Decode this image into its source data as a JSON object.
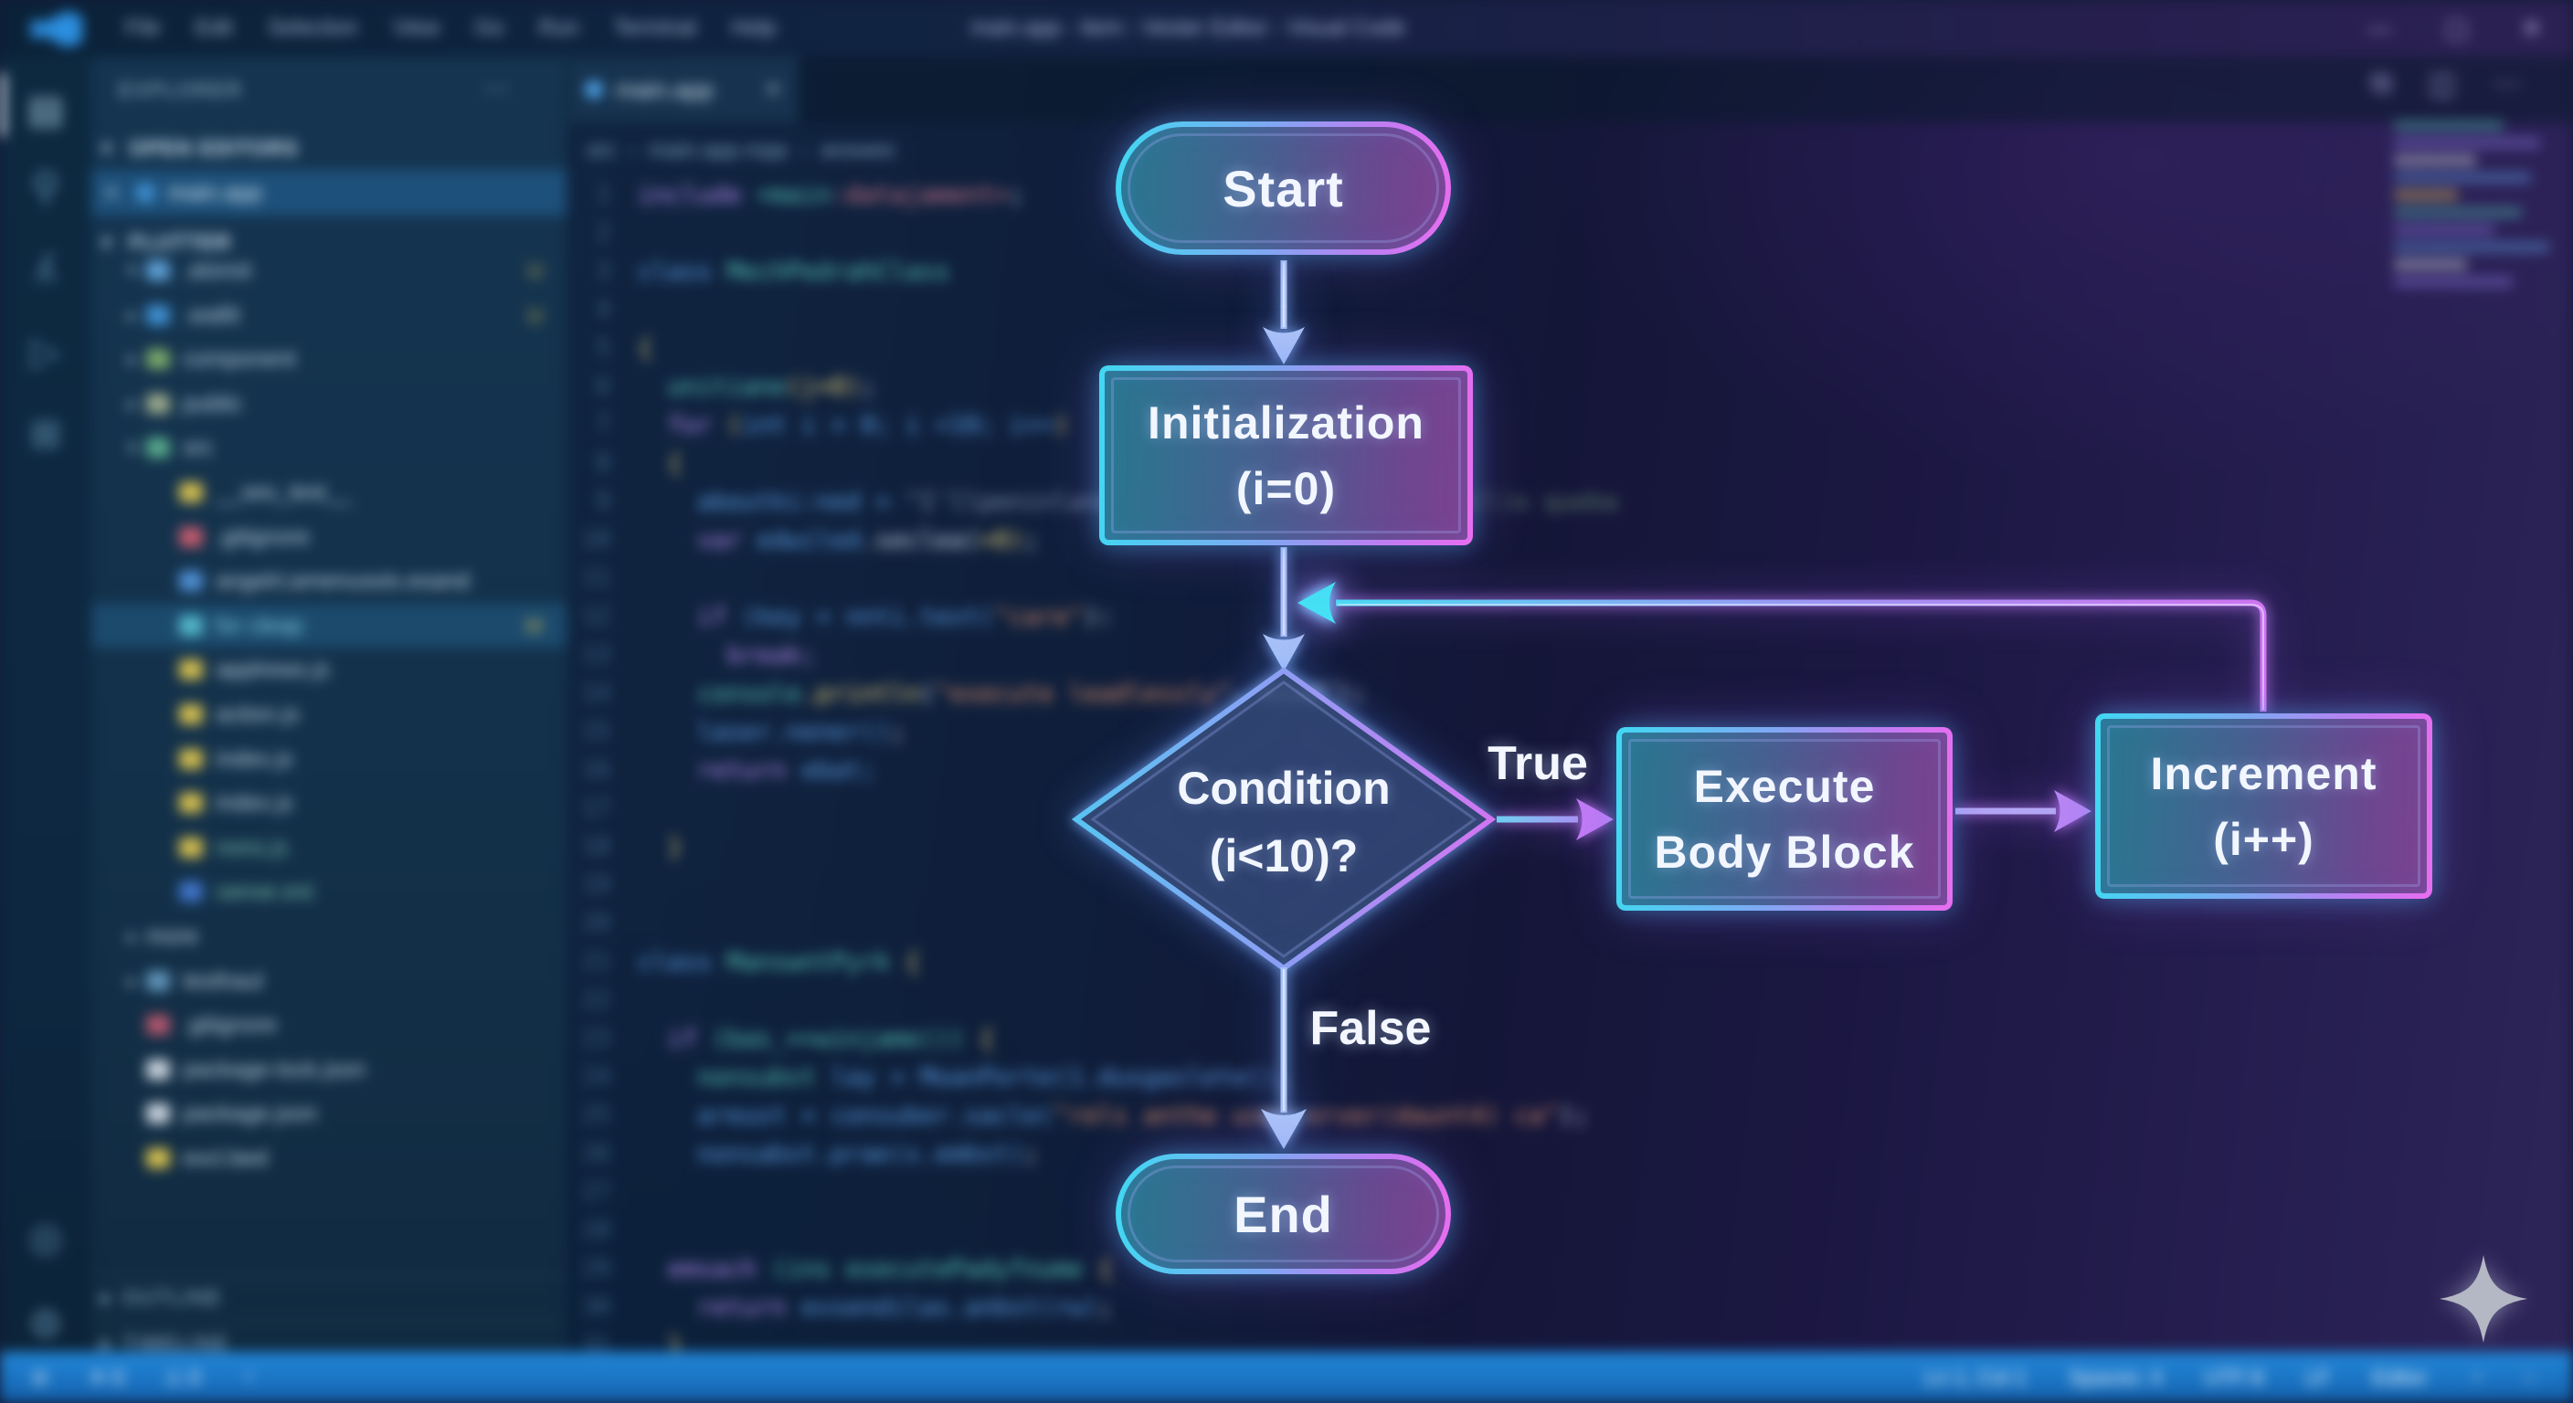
{
  "window": {
    "title": "main.app - Item - Vester Editor - Visual Code",
    "menus": [
      "File",
      "Edit",
      "Selection",
      "View",
      "Go",
      "Run",
      "Terminal",
      "Help"
    ],
    "controls": {
      "minimize": "—",
      "maximize": "▢",
      "close": "✕"
    }
  },
  "activity_bar": {
    "top": [
      {
        "id": "explorer",
        "glyph": "▤",
        "active": true
      },
      {
        "id": "search",
        "glyph": "⚲",
        "active": false
      },
      {
        "id": "source-control",
        "glyph": "ʎ",
        "active": false
      },
      {
        "id": "run-debug",
        "glyph": "▷",
        "active": false
      },
      {
        "id": "extensions",
        "glyph": "⊞",
        "active": false
      }
    ],
    "bottom": [
      {
        "id": "account",
        "glyph": "◎"
      },
      {
        "id": "settings",
        "glyph": "⚙"
      }
    ]
  },
  "sidebar": {
    "title": "EXPLORER",
    "menu_dots": "⋯",
    "open_editors_label": "OPEN EDITORS",
    "open_editors_file": {
      "close_glyph": "✕",
      "label": "main.app"
    },
    "project_label": "FLUTTER",
    "tree": [
      {
        "label": ".atsnot",
        "kind": "folder",
        "color": "#5d9fd4",
        "indent": 1,
        "chev": "▾",
        "badge": "U"
      },
      {
        "label": ".wallit",
        "kind": "folder",
        "color": "#3f8fd0",
        "indent": 1,
        "chev": "▸",
        "badge": "U"
      },
      {
        "label": "component",
        "kind": "folder",
        "color": "#79a86a",
        "indent": 1,
        "chev": "▸"
      },
      {
        "label": "public",
        "kind": "folder",
        "color": "#9aa98c",
        "indent": 1,
        "chev": "▸"
      },
      {
        "label": "src",
        "kind": "folder",
        "color": "#57a98c",
        "indent": 1,
        "chev": "▾"
      },
      {
        "label": "__ses_test__",
        "kind": "file",
        "color": "#d2bd4e",
        "indent": 2
      },
      {
        "label": ".gitignore",
        "kind": "file",
        "color": "#c25b6e",
        "indent": 2
      },
      {
        "label": "angelri;amenusois.esand",
        "kind": "file",
        "color": "#4f8fd4",
        "indent": 2
      },
      {
        "label": "for cleap",
        "kind": "file",
        "color": "#54b8cc",
        "indent": 2,
        "selected": true,
        "badge": "M",
        "text": "#86d4e4"
      },
      {
        "label": "applrews.js",
        "kind": "file",
        "color": "#d2bd4e",
        "indent": 2
      },
      {
        "label": "action.js",
        "kind": "file",
        "color": "#d2bd4e",
        "indent": 2
      },
      {
        "label": "index.js",
        "kind": "file",
        "color": "#d2bd4e",
        "indent": 2
      },
      {
        "label": "index.js",
        "kind": "file",
        "color": "#d2bd4e",
        "indent": 2
      },
      {
        "label": "nons.js",
        "kind": "file",
        "color": "#d2bd4e",
        "indent": 2,
        "text": "#79c2ae"
      },
      {
        "label": "sanse.ext",
        "kind": "file",
        "color": "#3f74c9",
        "indent": 2,
        "text": "#79c2ae"
      },
      {
        "label": "more",
        "kind": "folder",
        "color": "#4a7fa6",
        "indent": 1,
        "chev": "▸",
        "noicon": true
      },
      {
        "label": "testhaul",
        "kind": "file",
        "color": "#5f93b8",
        "indent": 1,
        "chev": "▸"
      },
      {
        "label": ".gitignore",
        "kind": "file",
        "color": "#b2566c",
        "indent": 1
      },
      {
        "label": "package-lock.json",
        "kind": "file",
        "color": "#c8d2dc",
        "indent": 1
      },
      {
        "label": "package.json",
        "kind": "file",
        "color": "#c8d2dc",
        "indent": 1
      },
      {
        "label": "excl.bed",
        "kind": "file",
        "color": "#d2bd4e",
        "indent": 1
      }
    ],
    "footer": [
      "OUTLINE",
      "TIMELINE"
    ]
  },
  "editor": {
    "tab": {
      "label": "main.app",
      "close_glyph": "✕"
    },
    "actions": [
      "⧉",
      "◫",
      "⋯"
    ],
    "breadcrumbs": [
      "src",
      "main.app.mpp",
      "answes"
    ],
    "lines": [
      {
        "n": "1",
        "t": [
          [
            "include ",
            "#b98ef2"
          ],
          [
            "<main",
            "#56c8b8"
          ],
          [
            ":datajament>",
            "#d87a8f"
          ],
          [
            ";",
            "#c9d6e8"
          ]
        ]
      },
      {
        "n": "2",
        "t": []
      },
      {
        "n": "3",
        "t": [
          [
            "class ",
            "#5ca0e8"
          ],
          [
            "MechPedrahClass",
            "#56c8b8"
          ]
        ]
      },
      {
        "n": "4",
        "t": []
      },
      {
        "n": "5",
        "t": [
          [
            "{",
            "#e8d27a"
          ]
        ]
      },
      {
        "n": "6",
        "t": [
          [
            "  unitiane",
            "#56c8b8"
          ],
          [
            "(j=0)",
            "#e8d27a"
          ],
          [
            ";",
            "#c9d6e8"
          ]
        ]
      },
      {
        "n": "7",
        "t": [
          [
            "  for ",
            "#b98ef2"
          ],
          [
            "(",
            "#e8d27a"
          ],
          [
            "int i = 0; i <10; i++",
            "#5ca0e8"
          ],
          [
            ")",
            "#e8d27a"
          ]
        ]
      },
      {
        "n": "8",
        "t": [
          [
            "  {",
            "#e8d27a"
          ]
        ]
      },
      {
        "n": "9",
        "t": [
          [
            "    aboutki:ned = ",
            "#5ca0e8"
          ],
          [
            "\"I'llpeninlane tvquael drsing\"",
            "#7a8fa8"
          ],
          [
            " for use(l)o queba",
            "#5a7a6a"
          ]
        ]
      },
      {
        "n": "10",
        "t": [
          [
            "    var ",
            "#b98ef2"
          ],
          [
            "edwiled",
            "#5ca0e8"
          ],
          [
            ".seclea(",
            "#c9d6e8"
          ],
          [
            "=0)",
            "#e8d27a"
          ],
          [
            ";",
            "#c9d6e8"
          ]
        ]
      },
      {
        "n": "11",
        "t": []
      },
      {
        "n": "12",
        "t": [
          [
            "    if ",
            "#b98ef2"
          ],
          [
            "(key = nnti.text(",
            "#5ca0e8"
          ],
          [
            "\"care\"",
            "#d88e6a"
          ],
          [
            "):",
            "#c9d6e8"
          ]
        ]
      },
      {
        "n": "13",
        "t": [
          [
            "      break;",
            "#b98ef2"
          ]
        ]
      },
      {
        "n": "14",
        "t": [
          [
            "    console",
            "#56c8b8"
          ],
          [
            ".println",
            "#e8d27a"
          ],
          [
            "(",
            "#c9d6e8"
          ],
          [
            "\"execute leadlessly\"",
            "#d88e6a"
          ],
          [
            ", eiud\")",
            "#c9d6e8"
          ],
          [
            ";",
            "#c9d6e8"
          ]
        ]
      },
      {
        "n": "15",
        "t": [
          [
            "    laser.nener()",
            "#5ca0e8"
          ],
          [
            ";",
            "#c9d6e8"
          ]
        ]
      },
      {
        "n": "16",
        "t": [
          [
            "    return ",
            "#b98ef2"
          ],
          [
            "ebat;",
            "#5ca0e8"
          ]
        ]
      },
      {
        "n": "17",
        "t": []
      },
      {
        "n": "18",
        "t": [
          [
            "  }",
            "#e8d27a"
          ]
        ]
      },
      {
        "n": "19",
        "t": []
      },
      {
        "n": "20",
        "t": []
      },
      {
        "n": "21",
        "t": [
          [
            "class ",
            "#5ca0e8"
          ],
          [
            "ManswntPyrk ",
            "#56c8b8"
          ],
          [
            "{",
            "#e8d27a"
          ]
        ]
      },
      {
        "n": "22",
        "t": []
      },
      {
        "n": "23",
        "t": [
          [
            "  if ",
            "#b98ef2"
          ],
          [
            "(bas_==winjame()) ",
            "#56c8b8"
          ],
          [
            "{",
            "#e8d27a"
          ]
        ]
      },
      {
        "n": "24",
        "t": [
          [
            "    nonsubst ",
            "#56c8b8"
          ],
          [
            "lay = MoanPorte(1.dusgaslete()",
            "#5ca0e8"
          ],
          [
            ",",
            "#c9d6e8"
          ]
        ]
      },
      {
        "n": "25",
        "t": [
          [
            "    areust = consuber.sacle(",
            "#5ca0e8"
          ],
          [
            "\"rels anthe used erver(daunt4) ca\"",
            "#d88e6a"
          ],
          [
            ");",
            "#c9d6e8"
          ]
        ]
      },
      {
        "n": "26",
        "t": [
          [
            "    nonsabst.prae(s.embst)",
            "#5ca0e8"
          ],
          [
            ";",
            "#c9d6e8"
          ]
        ]
      },
      {
        "n": "27",
        "t": []
      },
      {
        "n": "28",
        "t": []
      },
      {
        "n": "29",
        "t": [
          [
            "  emsach ",
            "#b98ef2"
          ],
          [
            "(ins executePadyfnume ",
            "#56c8b8"
          ],
          [
            "{",
            "#e8d27a"
          ]
        ]
      },
      {
        "n": "30",
        "t": [
          [
            "    return ",
            "#b98ef2"
          ],
          [
            "evsendilas.anbst(rw)",
            "#5ca0e8"
          ],
          [
            ";",
            "#c9d6e8"
          ]
        ]
      },
      {
        "n": "31",
        "t": [
          [
            "  }",
            "#e8d27a"
          ]
        ]
      }
    ],
    "minimap_bars": [
      {
        "w": 120,
        "c": "#4aa8a0"
      },
      {
        "w": 160,
        "c": "#7f6fd0"
      },
      {
        "w": 90,
        "c": "#c8d0da"
      },
      {
        "w": 150,
        "c": "#5a8fd0"
      },
      {
        "w": 70,
        "c": "#d0b45a"
      },
      {
        "w": 140,
        "c": "#4aa8a0"
      },
      {
        "w": 110,
        "c": "#7f6fd0"
      },
      {
        "w": 170,
        "c": "#5a8fd0"
      },
      {
        "w": 80,
        "c": "#c8d0da"
      },
      {
        "w": 130,
        "c": "#7f6fd0"
      }
    ]
  },
  "status_bar": {
    "left": [
      {
        "id": "remote-indicator",
        "label": "⊘"
      },
      {
        "id": "errors",
        "label": "✕ 0"
      },
      {
        "id": "warnings",
        "label": "⚠ 0"
      },
      {
        "id": "sync",
        "label": "◔"
      }
    ],
    "right": [
      {
        "id": "cursor-position",
        "label": "Ln 1, Col 1"
      },
      {
        "id": "indentation",
        "label": "Spaces: 4"
      },
      {
        "id": "encoding",
        "label": "UTF-8"
      },
      {
        "id": "eol",
        "label": "LF"
      },
      {
        "id": "language-mode",
        "label": "Editor"
      },
      {
        "id": "notifications",
        "label": "◔"
      },
      {
        "id": "feedback",
        "label": "◌"
      }
    ]
  },
  "flowchart": {
    "nodes": {
      "start": {
        "label": "Start"
      },
      "init": {
        "line1": "Initialization",
        "line2": "(i=0)"
      },
      "condition": {
        "line1": "Condition",
        "line2": "(i<10)?"
      },
      "execute": {
        "line1": "Execute",
        "line2": "Body Block"
      },
      "increment": {
        "line1": "Increment",
        "line2": "(i++)"
      },
      "end": {
        "label": "End"
      }
    },
    "edges": {
      "true_label": "True",
      "false_label": "False"
    },
    "colors": {
      "cyan": "#41d8f2",
      "violet": "#b77df2",
      "magenta": "#e86df0",
      "arrow": "#a9c3f8"
    }
  }
}
